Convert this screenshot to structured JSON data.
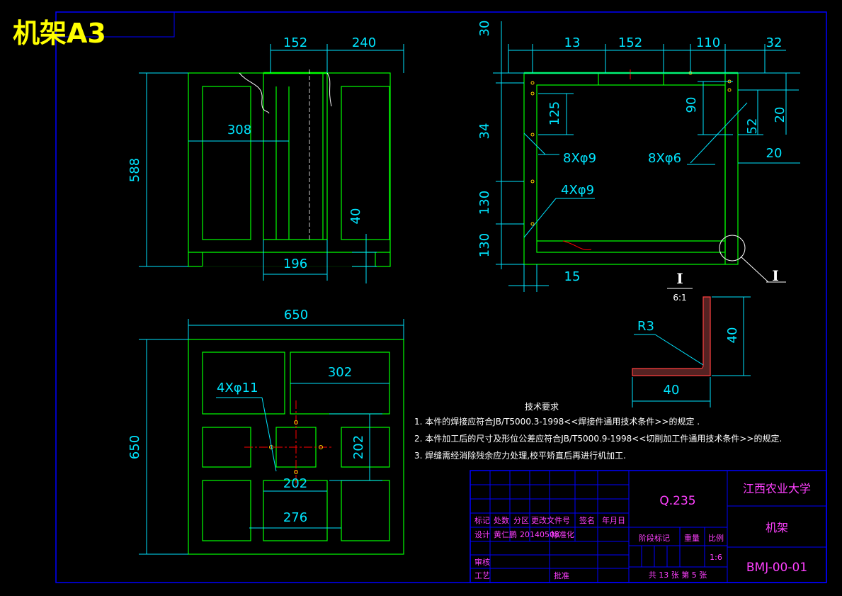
{
  "title": "机架A3",
  "front_view": {
    "dims": [
      "152",
      "240",
      "308",
      "588",
      "196",
      "40"
    ]
  },
  "side_view": {
    "dims": [
      "30",
      "13",
      "152",
      "110",
      "32",
      "34",
      "125",
      "90",
      "52",
      "20",
      "20",
      "130",
      "130",
      "15"
    ],
    "holes_a": "8Xφ9",
    "holes_b": "8Xφ6",
    "holes_c": "4Xφ9",
    "section_mark": "I"
  },
  "detail": {
    "label": "I",
    "scale": "6:1",
    "radius": "R3",
    "dim_v": "40",
    "dim_h": "40"
  },
  "top_view": {
    "dims": [
      "650",
      "650",
      "302",
      "202",
      "202",
      "276"
    ],
    "holes": "4Xφ11"
  },
  "notes": {
    "heading": "技术要求",
    "items": [
      "1. 本件的焊接应符合JB/T5000.3-1998<<焊接件通用技术条件>>的规定 .",
      "2. 本件加工后的尺寸及形位公差应符合JB/T5000.9-1998<<切削加工件通用技术条件>>的规定.",
      "3. 焊缝需经消除残余应力处理,校平矫直后再进行机加工."
    ]
  },
  "title_block": {
    "material": "Q.235",
    "school": "江西农业大学",
    "part_name": "机架",
    "drawing_no": "BMJ-00-01",
    "scale_value": "1:6",
    "sheets": "共 13 张 第 5 张",
    "labels": {
      "mark": "标记",
      "count": "处数",
      "zone": "分区",
      "change_doc": "更改文件号",
      "sign": "签名",
      "date": "年月日",
      "design": "设计",
      "designer": "黄仁鹏",
      "design_date": "20140508",
      "standard": "标准化",
      "stage": "阶段标记",
      "weight": "重量",
      "scale": "比例",
      "review": "审核",
      "process": "工艺",
      "approve": "批准"
    }
  },
  "colors": {
    "outline": "#00ff00",
    "dimension": "#00e5ff",
    "frame": "#0000ff",
    "title_block_text": "#ff40ff",
    "center_line": "#ff0000",
    "title": "#ffff00"
  }
}
